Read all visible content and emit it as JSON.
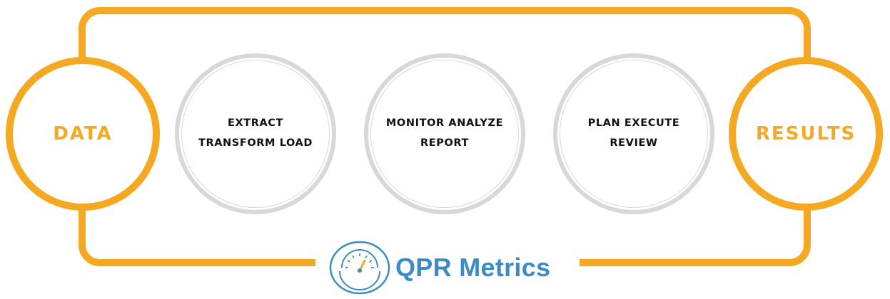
{
  "colors": {
    "accent": "#f5a922",
    "ring": "#d8d8d8",
    "brand_blue": "#3b8cc4",
    "text": "#111111"
  },
  "start": {
    "label": "DATA"
  },
  "end": {
    "label": "RESULTS"
  },
  "steps": [
    {
      "line1": "EXTRACT",
      "line2": "TRANSFORM LOAD"
    },
    {
      "line1": "MONITOR ANALYZE",
      "line2": "REPORT"
    },
    {
      "line1": "PLAN EXECUTE",
      "line2": "REVIEW"
    }
  ],
  "brand": {
    "name": "QPR Metrics",
    "icon": "speedometer-icon"
  }
}
